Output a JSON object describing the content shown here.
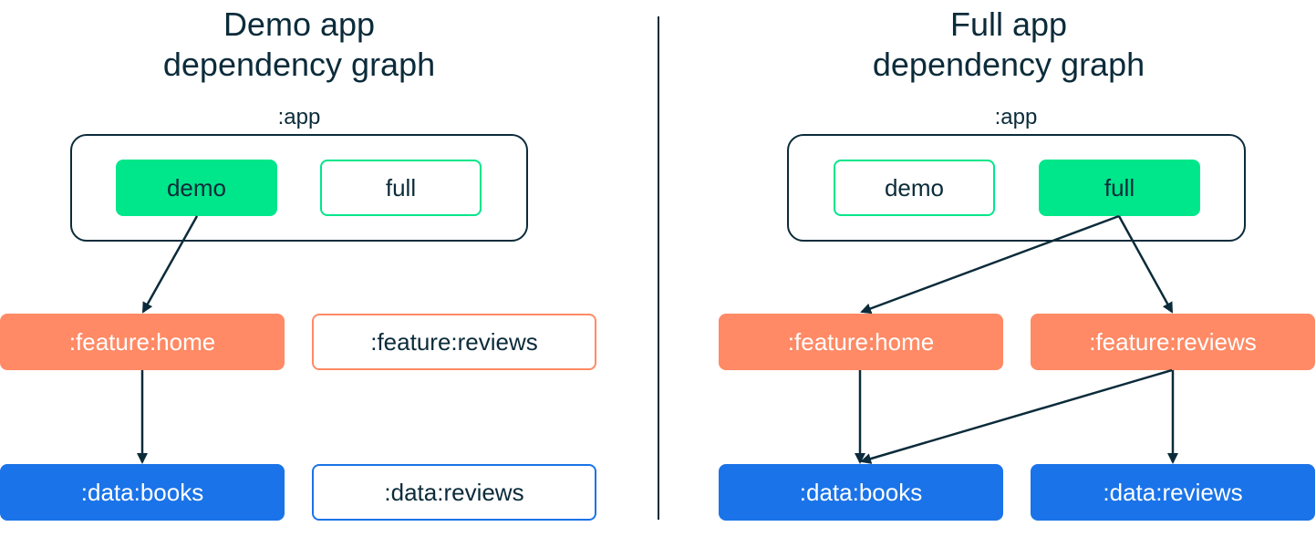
{
  "colors": {
    "ink": "#0b2b3a",
    "variant": "#00e68a",
    "feature": "#ff8a65",
    "data": "#1a73e8"
  },
  "demo": {
    "title_line1": "Demo app",
    "title_line2": "dependency graph",
    "app_label": ":app",
    "variant_demo": "demo",
    "variant_full": "full",
    "feature_home": ":feature:home",
    "feature_reviews": ":feature:reviews",
    "data_books": ":data:books",
    "data_reviews": ":data:reviews"
  },
  "full": {
    "title_line1": "Full app",
    "title_line2": "dependency graph",
    "app_label": ":app",
    "variant_demo": "demo",
    "variant_full": "full",
    "feature_home": ":feature:home",
    "feature_reviews": ":feature:reviews",
    "data_books": ":data:books",
    "data_reviews": ":data:reviews"
  },
  "edges": {
    "demo": [
      {
        "from": "demo",
        "to": ":feature:home"
      },
      {
        "from": ":feature:home",
        "to": ":data:books"
      }
    ],
    "full": [
      {
        "from": "full",
        "to": ":feature:home"
      },
      {
        "from": "full",
        "to": ":feature:reviews"
      },
      {
        "from": ":feature:home",
        "to": ":data:books"
      },
      {
        "from": ":feature:reviews",
        "to": ":data:books"
      },
      {
        "from": ":feature:reviews",
        "to": ":data:reviews"
      }
    ]
  }
}
